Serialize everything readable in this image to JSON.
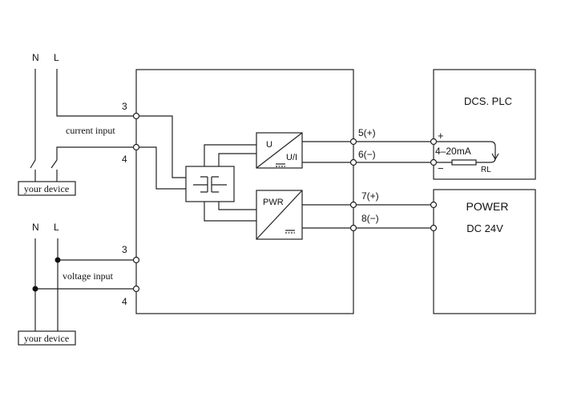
{
  "supply_top": {
    "neutral": "N",
    "line": "L"
  },
  "supply_bottom": {
    "neutral": "N",
    "line": "L"
  },
  "current_input": {
    "label": "current input",
    "terminal_a": "3",
    "terminal_b": "4"
  },
  "voltage_input": {
    "label": "voltage input",
    "terminal_a": "3",
    "terminal_b": "4"
  },
  "device_top": {
    "label": "your device"
  },
  "device_bottom": {
    "label": "your device"
  },
  "converter": {
    "label_u": "U",
    "label_ui": "U/I"
  },
  "power_module": {
    "label": "PWR"
  },
  "outputs": {
    "t5": "5(+)",
    "t6": "6(−)",
    "t7": "7(+)",
    "t8": "8(−)"
  },
  "dcs": {
    "title": "DCS. PLC",
    "plus": "+",
    "minus": "−",
    "signal": "4–20mA",
    "resistor": "RL"
  },
  "power_supply": {
    "title": "POWER",
    "voltage": "DC 24V"
  }
}
